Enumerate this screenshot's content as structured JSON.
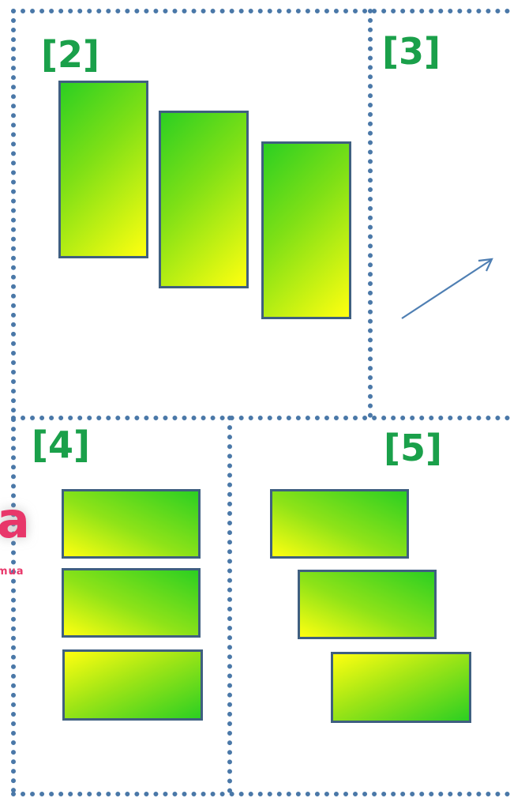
{
  "panels": [
    {
      "id": "2",
      "label": "[2]"
    },
    {
      "id": "3",
      "label": "[3]"
    },
    {
      "id": "4",
      "label": "[4]"
    },
    {
      "id": "5",
      "label": "[5]"
    }
  ],
  "logo": {
    "mark": "a",
    "sub": "mua"
  },
  "colors": {
    "border": "#4a78a8",
    "label": "#1aa04a",
    "block_border": "#3f5f80",
    "gradient_green": "#2ccf22",
    "gradient_yellow": "#ffff10",
    "arrow": "#4f7fb3",
    "logo": "#e8376a"
  }
}
